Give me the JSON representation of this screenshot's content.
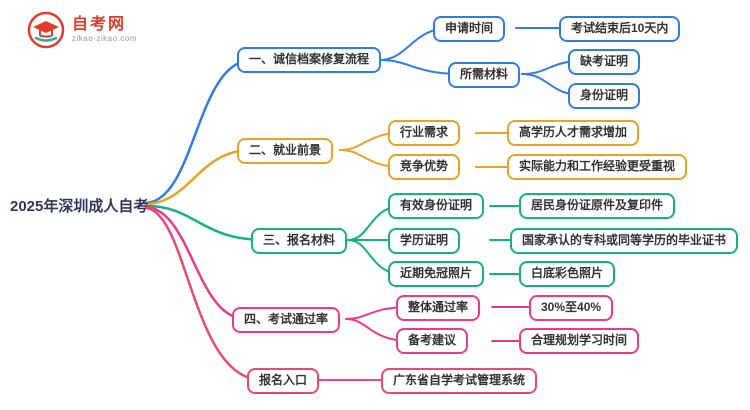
{
  "logo": {
    "title": "自考网",
    "subtitle": "zikao-zikao.com"
  },
  "root": {
    "label": "2025年深圳成人自考"
  },
  "branches": [
    {
      "label": "一、诚信档案修复流程",
      "color": "#2f7de1",
      "children": [
        {
          "label": "申请时间",
          "values": [
            "考试结束后10天内"
          ]
        },
        {
          "label": "所需材料",
          "values": [
            "缺考证明",
            "身份证明"
          ]
        }
      ]
    },
    {
      "label": "二、就业前景",
      "color": "#e9a226",
      "children": [
        {
          "label": "行业需求",
          "values": [
            "高学历人才需求增加"
          ]
        },
        {
          "label": "竞争优势",
          "values": [
            "实际能力和工作经验更受重视"
          ]
        }
      ]
    },
    {
      "label": "三、报名材料",
      "color": "#14b182",
      "children": [
        {
          "label": "有效身份证明",
          "values": [
            "居民身份证原件及复印件"
          ]
        },
        {
          "label": "学历证明",
          "values": [
            "国家承认的专科或同等学历的毕业证书"
          ]
        },
        {
          "label": "近期免冠照片",
          "values": [
            "白底彩色照片"
          ]
        }
      ]
    },
    {
      "label": "四、考试通过率",
      "color": "#ea3a8c",
      "children": [
        {
          "label": "整体通过率",
          "values": [
            "30%至40%"
          ]
        },
        {
          "label": "备考建议",
          "values": [
            "合理规划学习时间"
          ]
        }
      ]
    },
    {
      "label": "报名入口",
      "color": "#ef4770",
      "children": [
        {
          "label": "广东省自学考试管理系统",
          "values": []
        }
      ]
    }
  ]
}
